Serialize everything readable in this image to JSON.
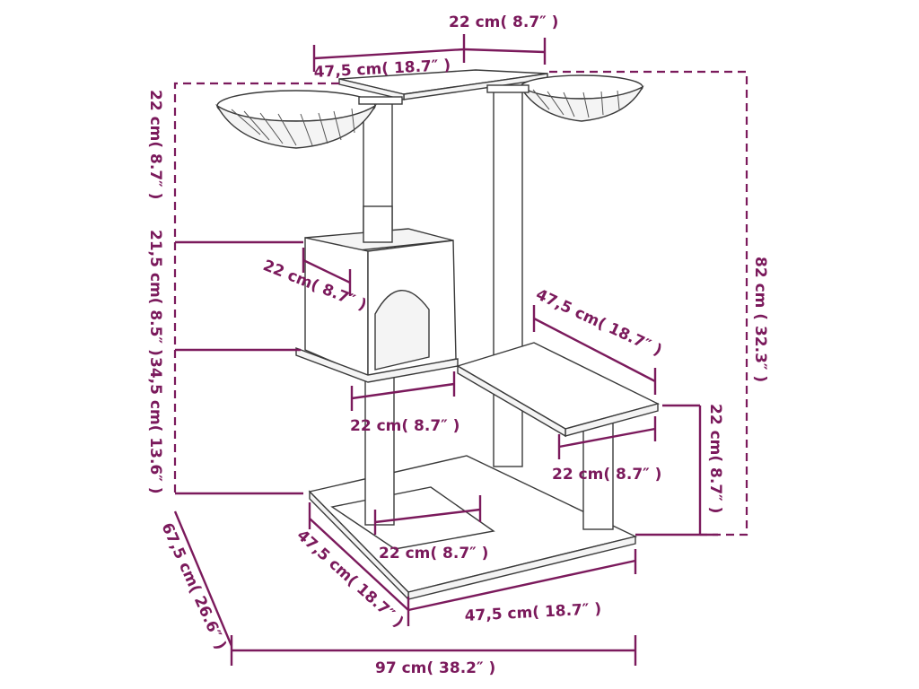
{
  "labels": {
    "top_perch_depth": "22 cm( 8.7″ )",
    "top_perch_width": "47,5 cm( 18.7″ )",
    "bowl_depth": "22 cm( 8.7″ )",
    "house_height": "21,5 cm( 8.5″ )",
    "house_to_base": "34,5 cm( 13.6″ )",
    "house_depth": "22 cm( 8.7″ )",
    "house_width": "22 cm( 8.7″ )",
    "platform_width": "47,5 cm( 18.7″ )",
    "platform_depth": "22 cm( 8.7″ )",
    "platform_height": "22 cm( 8.7″ )",
    "total_height": "82 cm ( 32.3″ )",
    "base_pad": "22 cm( 8.7″ )",
    "base_depth": "47,5 cm( 18.7″ )",
    "base_width": "47,5 cm( 18.7″ )",
    "total_depth": "67,5 cm( 26.6″ )",
    "total_width": "97 cm( 38.2″ )"
  },
  "colors": {
    "dimension": "#7b1a5c",
    "outline": "#3a3a3a"
  }
}
